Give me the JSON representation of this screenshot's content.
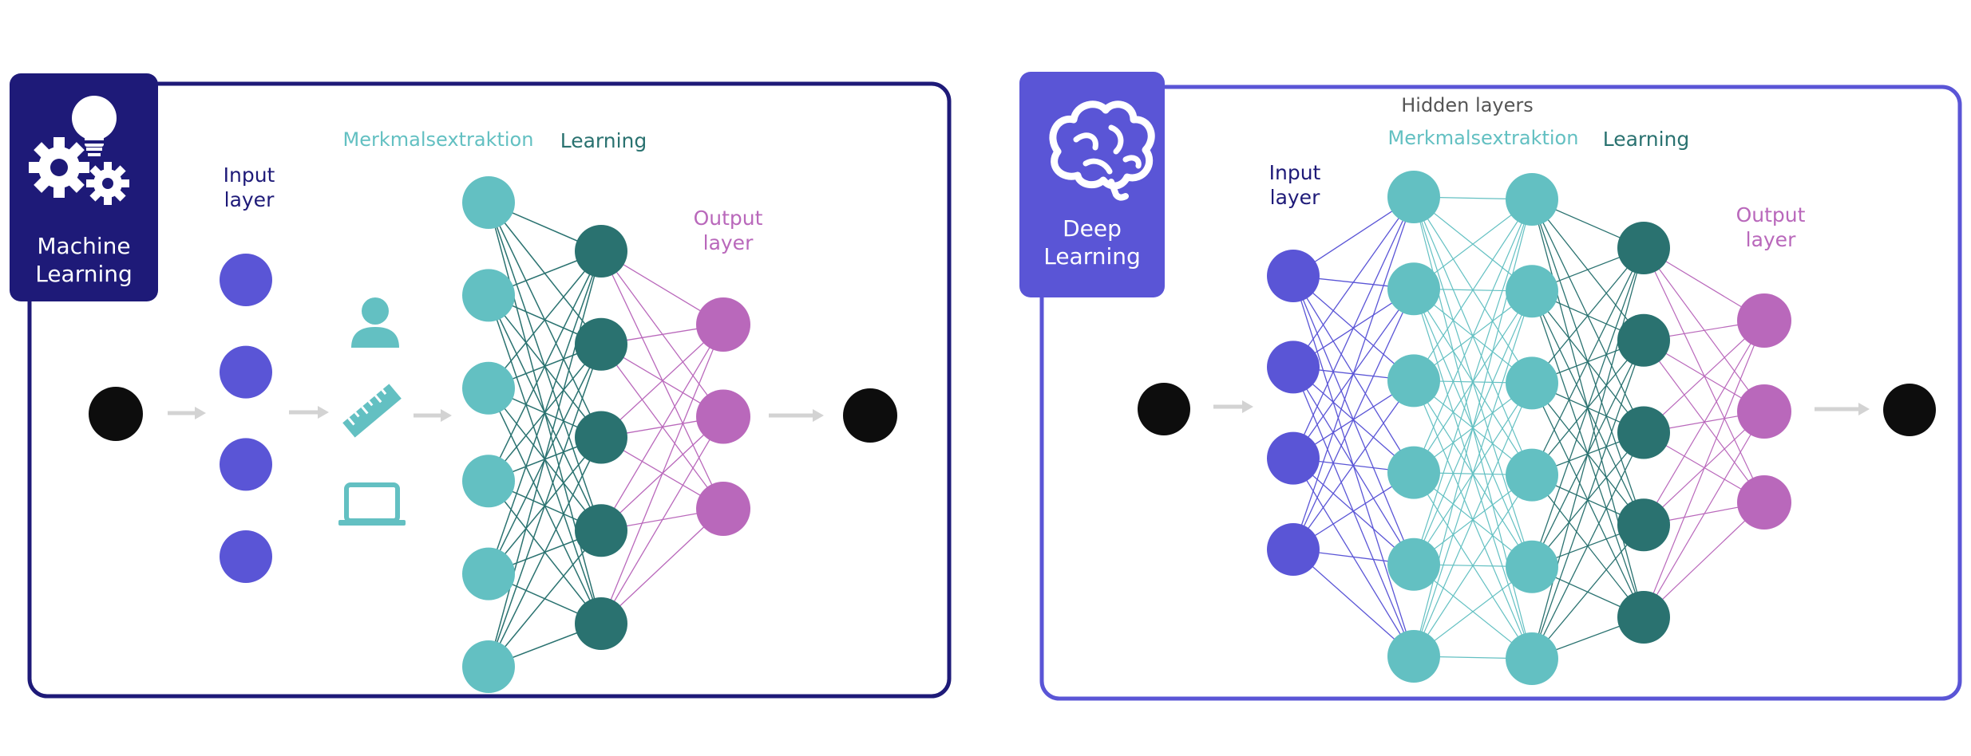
{
  "colors": {
    "ml_frame": "#1e1a78",
    "dl_frame": "#5a55d6",
    "input": "#5a55d6",
    "feature": "#63c0c2",
    "learning": "#2a7270",
    "output": "#b968bb",
    "terminal": "#0d0d0d",
    "arrow": "#d3d3d3",
    "badge_ml": "#1e1a78",
    "badge_dl": "#5a55d6",
    "caption_dark": "#1e1a78",
    "caption_feature": "#63c0c2",
    "caption_learning": "#2a7270",
    "caption_output": "#b968bb",
    "caption_hidden": "#555555"
  },
  "ml": {
    "badge_line1": "Machine",
    "badge_line2": "Learning",
    "badge_icon": "gears-lightbulb-icon",
    "input_line1": "Input",
    "input_line2": "layer",
    "feature_label": "Merkmalsextraktion",
    "learning_label": "Learning",
    "output_line1": "Output",
    "output_line2": "layer",
    "feature_icons": [
      "person-icon",
      "ruler-icon",
      "laptop-icon"
    ],
    "layers": {
      "input": 4,
      "feature": 6,
      "learning": 5,
      "output": 3
    }
  },
  "dl": {
    "badge_line1": "Deep",
    "badge_line2": "Learning",
    "badge_icon": "brain-icon",
    "hidden_label": "Hidden layers",
    "input_line1": "Input",
    "input_line2": "layer",
    "feature_label": "Merkmalsextraktion",
    "learning_label": "Learning",
    "output_line1": "Output",
    "output_line2": "layer",
    "layers": {
      "input": 4,
      "feature1": 6,
      "feature2": 6,
      "learning": 5,
      "output": 3
    }
  }
}
